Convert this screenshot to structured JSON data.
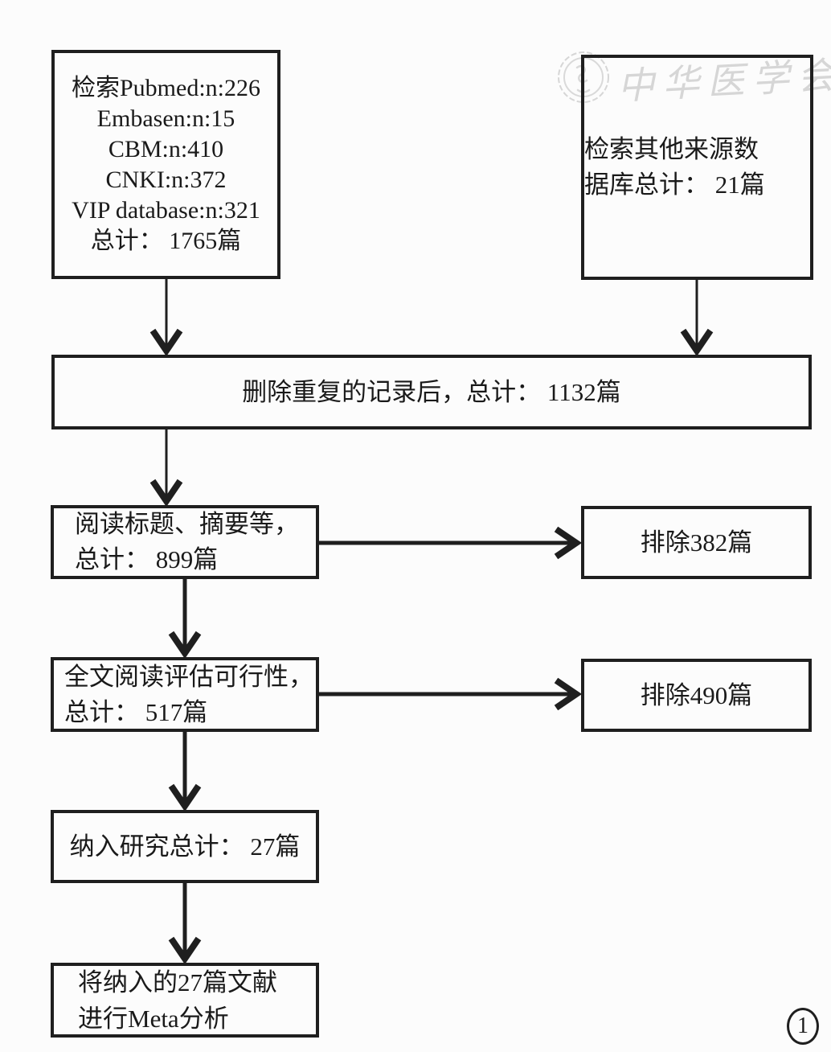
{
  "figure": {
    "number": "1"
  },
  "watermark": {
    "text": "中华医学会"
  },
  "colors": {
    "line": "#1f1f1f",
    "background": "#fcfcfc",
    "watermark": "#d6d6d6"
  },
  "boxes": {
    "search_databases": {
      "lines": [
        "检索Pubmed:n:226",
        "Embasen:n:15",
        "CBM:n:410",
        "CNKI:n:372",
        "VIP database:n:321",
        "总计： 1765篇"
      ]
    },
    "other_sources": {
      "lines": [
        "检索其他来源数",
        "据库总计： 21篇"
      ]
    },
    "deduplicated": {
      "text": "删除重复的记录后，总计： 1132篇"
    },
    "title_abstract": {
      "lines": [
        "阅读标题、摘要等，",
        "总计： 899篇"
      ]
    },
    "excluded_title_abstract": {
      "text": "排除382篇"
    },
    "full_text": {
      "lines": [
        "全文阅读评估可行性，",
        "总计： 517篇"
      ]
    },
    "excluded_full_text": {
      "text": "排除490篇"
    },
    "included": {
      "text": "纳入研究总计： 27篇"
    },
    "meta_analysis": {
      "lines": [
        "将纳入的27篇文献",
        "进行Meta分析"
      ]
    }
  }
}
